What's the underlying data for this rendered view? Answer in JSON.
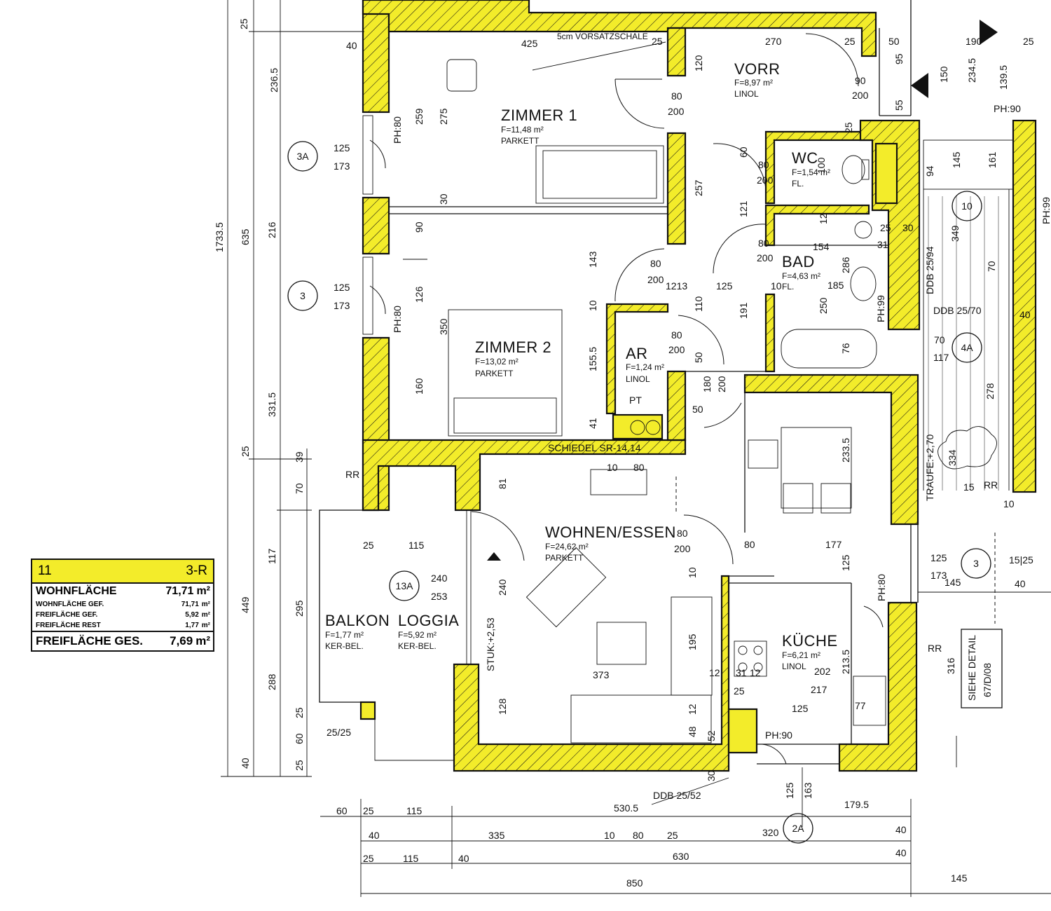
{
  "rooms": {
    "zimmer1": {
      "name": "ZIMMER 1",
      "area": "F=11,48 m²",
      "floor": "PARKETT"
    },
    "zimmer2": {
      "name": "ZIMMER 2",
      "area": "F=13,02 m²",
      "floor": "PARKETT"
    },
    "vorr": {
      "name": "VORR",
      "area": "F=8,97 m²",
      "floor": "LINOL"
    },
    "wc": {
      "name": "WC",
      "area": "F=1,54 m²",
      "floor": "FL."
    },
    "bad": {
      "name": "BAD",
      "area": "F=4,63 m²",
      "floor": "FL."
    },
    "ar": {
      "name": "AR",
      "area": "F=1,24 m²",
      "floor": "LINOL"
    },
    "wohnen": {
      "name": "WOHNEN/ESSEN",
      "area": "F=24,62 m²",
      "floor": "PARKETT"
    },
    "kueche": {
      "name": "KÜCHE",
      "area": "F=6,21 m²",
      "floor": "LINOL"
    },
    "balkon": {
      "name": "BALKON",
      "area": "F=1,77 m²",
      "floor": "KER-BEL."
    },
    "loggia": {
      "name": "LOGGIA",
      "area": "F=5,92 m²",
      "floor": "KER-BEL."
    }
  },
  "notes": {
    "vorsatzschale": "5cm VORSATZSCHALE",
    "schiedel": "SCHIEDEL SR-14,14",
    "pt": "PT",
    "stuk": "STUK:+2,53",
    "traufe": "TRAUFE:+2,70",
    "siehe_detail": "SIEHE DETAIL",
    "detail_ref": "67/D/08",
    "ddb_top": "DDB 25/94",
    "ddb_70": "DDB 25/70",
    "ddb_52": "DDB 25/52",
    "ph80_a": "PH:80",
    "ph80_b": "PH:80",
    "ph80_c": "PH:80",
    "ph90_a": "PH:90",
    "ph90_b": "PH:90",
    "ph99_a": "PH:99",
    "ph99_b": "PH:99",
    "rr_a": "RR",
    "rr_b": "RR",
    "rr_c": "RR",
    "col": "25/25"
  },
  "axes": {
    "a3A": "3A",
    "a3_left": "3",
    "a13A": "13A",
    "a4A": "4A",
    "a3_right": "3",
    "a10": "10",
    "a2A": "2A"
  },
  "dims": {
    "top_25": "25",
    "top_40": "40",
    "top_425": "425",
    "top_25b": "25",
    "top_270": "270",
    "top_25c": "25",
    "top_50": "50",
    "top_190": "190",
    "top_25d": "25",
    "v_2365": "236.5",
    "v_17335": "1733.5",
    "v_635": "635",
    "v_216": "216",
    "v_3315": "331.5",
    "v_25": "25",
    "v_449": "449",
    "v_117": "117",
    "v_288": "288",
    "v_40": "40",
    "v_39": "39",
    "v_70": "70",
    "v_295": "295",
    "v_25b": "25",
    "v_60": "60",
    "v_25c": "25",
    "w125a": "125",
    "w173a": "173",
    "w125b": "125",
    "w173b": "173",
    "z1_259": "259",
    "z1_275": "275",
    "z1_30": "30",
    "z2_90": "90",
    "z2_126": "126",
    "z2_350": "350",
    "z2_160": "160",
    "z2_143": "143",
    "z2_10": "10",
    "z2_1555": "155.5",
    "z2_41": "41",
    "d80a": "80",
    "d200a": "200",
    "d80b": "80",
    "d200b": "200",
    "d80c": "80",
    "d200c": "200",
    "d80d": "80",
    "d200d": "200",
    "d80e": "80",
    "d200e": "200",
    "d80f": "80",
    "d200f": "200",
    "v120": "120",
    "v257": "257",
    "v110": "110",
    "v50a": "50",
    "v60": "60",
    "v121": "121",
    "v191": "191",
    "h125": "125",
    "h1213": "1213",
    "h10": "10",
    "wc_100": "100",
    "wc_90": "90",
    "wc_200": "200",
    "wc_95": "95",
    "wc_55": "55",
    "bad_12": "12",
    "bad_154": "154",
    "bad_185": "185",
    "bad_286": "286",
    "bad_250": "250",
    "bad_76": "76",
    "bad_25": "25",
    "bad_30": "30",
    "bad_31": "31",
    "bad_25b": "25",
    "r_150": "150",
    "r_2345": "234.5",
    "r_1395": "139.5",
    "r_145": "145",
    "r_161": "161",
    "r_94": "94",
    "r_349": "349",
    "r_70": "70",
    "r_278": "278",
    "r_334": "334",
    "r_40": "40",
    "r_70b": "70",
    "r_117": "117",
    "r_15": "15",
    "r_10": "10",
    "we_10": "10",
    "we_80": "80",
    "we_81": "81",
    "we_25": "25",
    "we_115": "115",
    "we_240": "240",
    "we_253": "253",
    "we_240b": "240",
    "we_373": "373",
    "we_128": "128",
    "we_80b": "80",
    "we_177": "177",
    "we_125": "125",
    "we_2335": "233.5",
    "we_195": "195",
    "we_10b": "10",
    "k_12": "12",
    "k_31": "31",
    "k_12b": "12",
    "k_202": "202",
    "k_2135": "213.5",
    "k_25": "25",
    "k_217": "217",
    "k_125": "125",
    "k_77": "77",
    "k_12c": "12",
    "k_48": "48",
    "k_52": "52",
    "k_30": "30",
    "k_50": "50",
    "k_180": "180",
    "k_200": "200",
    "rr_125": "125",
    "rr_173": "173",
    "rr_145": "145",
    "rr_1525": "15|25",
    "rr_40": "40",
    "rr_316": "316",
    "b_60": "60",
    "b_25": "25",
    "b_115": "115",
    "b_5305": "530.5",
    "b_1795": "179.5",
    "b_40": "40",
    "b_335": "335",
    "b_10": "10",
    "b_80": "80",
    "b_25b": "25",
    "b_320": "320",
    "b_40b": "40",
    "b_25c": "25",
    "b_115b": "115",
    "b_40c": "40",
    "b_630": "630",
    "b_40d": "40",
    "b_850": "850",
    "b_145": "145",
    "bot_125": "125",
    "bot_163": "163"
  },
  "summary": {
    "unit_no": "11",
    "type": "3-R",
    "rows": [
      {
        "label": "WOHNFLÄCHE",
        "value": "71,71",
        "unit": "m²",
        "size": "big"
      },
      {
        "label": "WOHNFLÄCHE GEF.",
        "value": "71,71",
        "unit": "m²",
        "size": "small"
      },
      {
        "label": "FREIFLÄCHE GEF.",
        "value": "5,92",
        "unit": "m²",
        "size": "small"
      },
      {
        "label": "FREIFLÄCHE REST",
        "value": "1,77",
        "unit": "m²",
        "size": "small"
      }
    ],
    "total": {
      "label": "FREIFLÄCHE GES.",
      "value": "7,69",
      "unit": "m²"
    }
  },
  "colors": {
    "wall_fill": "#f3ec2a",
    "ink": "#111111"
  }
}
